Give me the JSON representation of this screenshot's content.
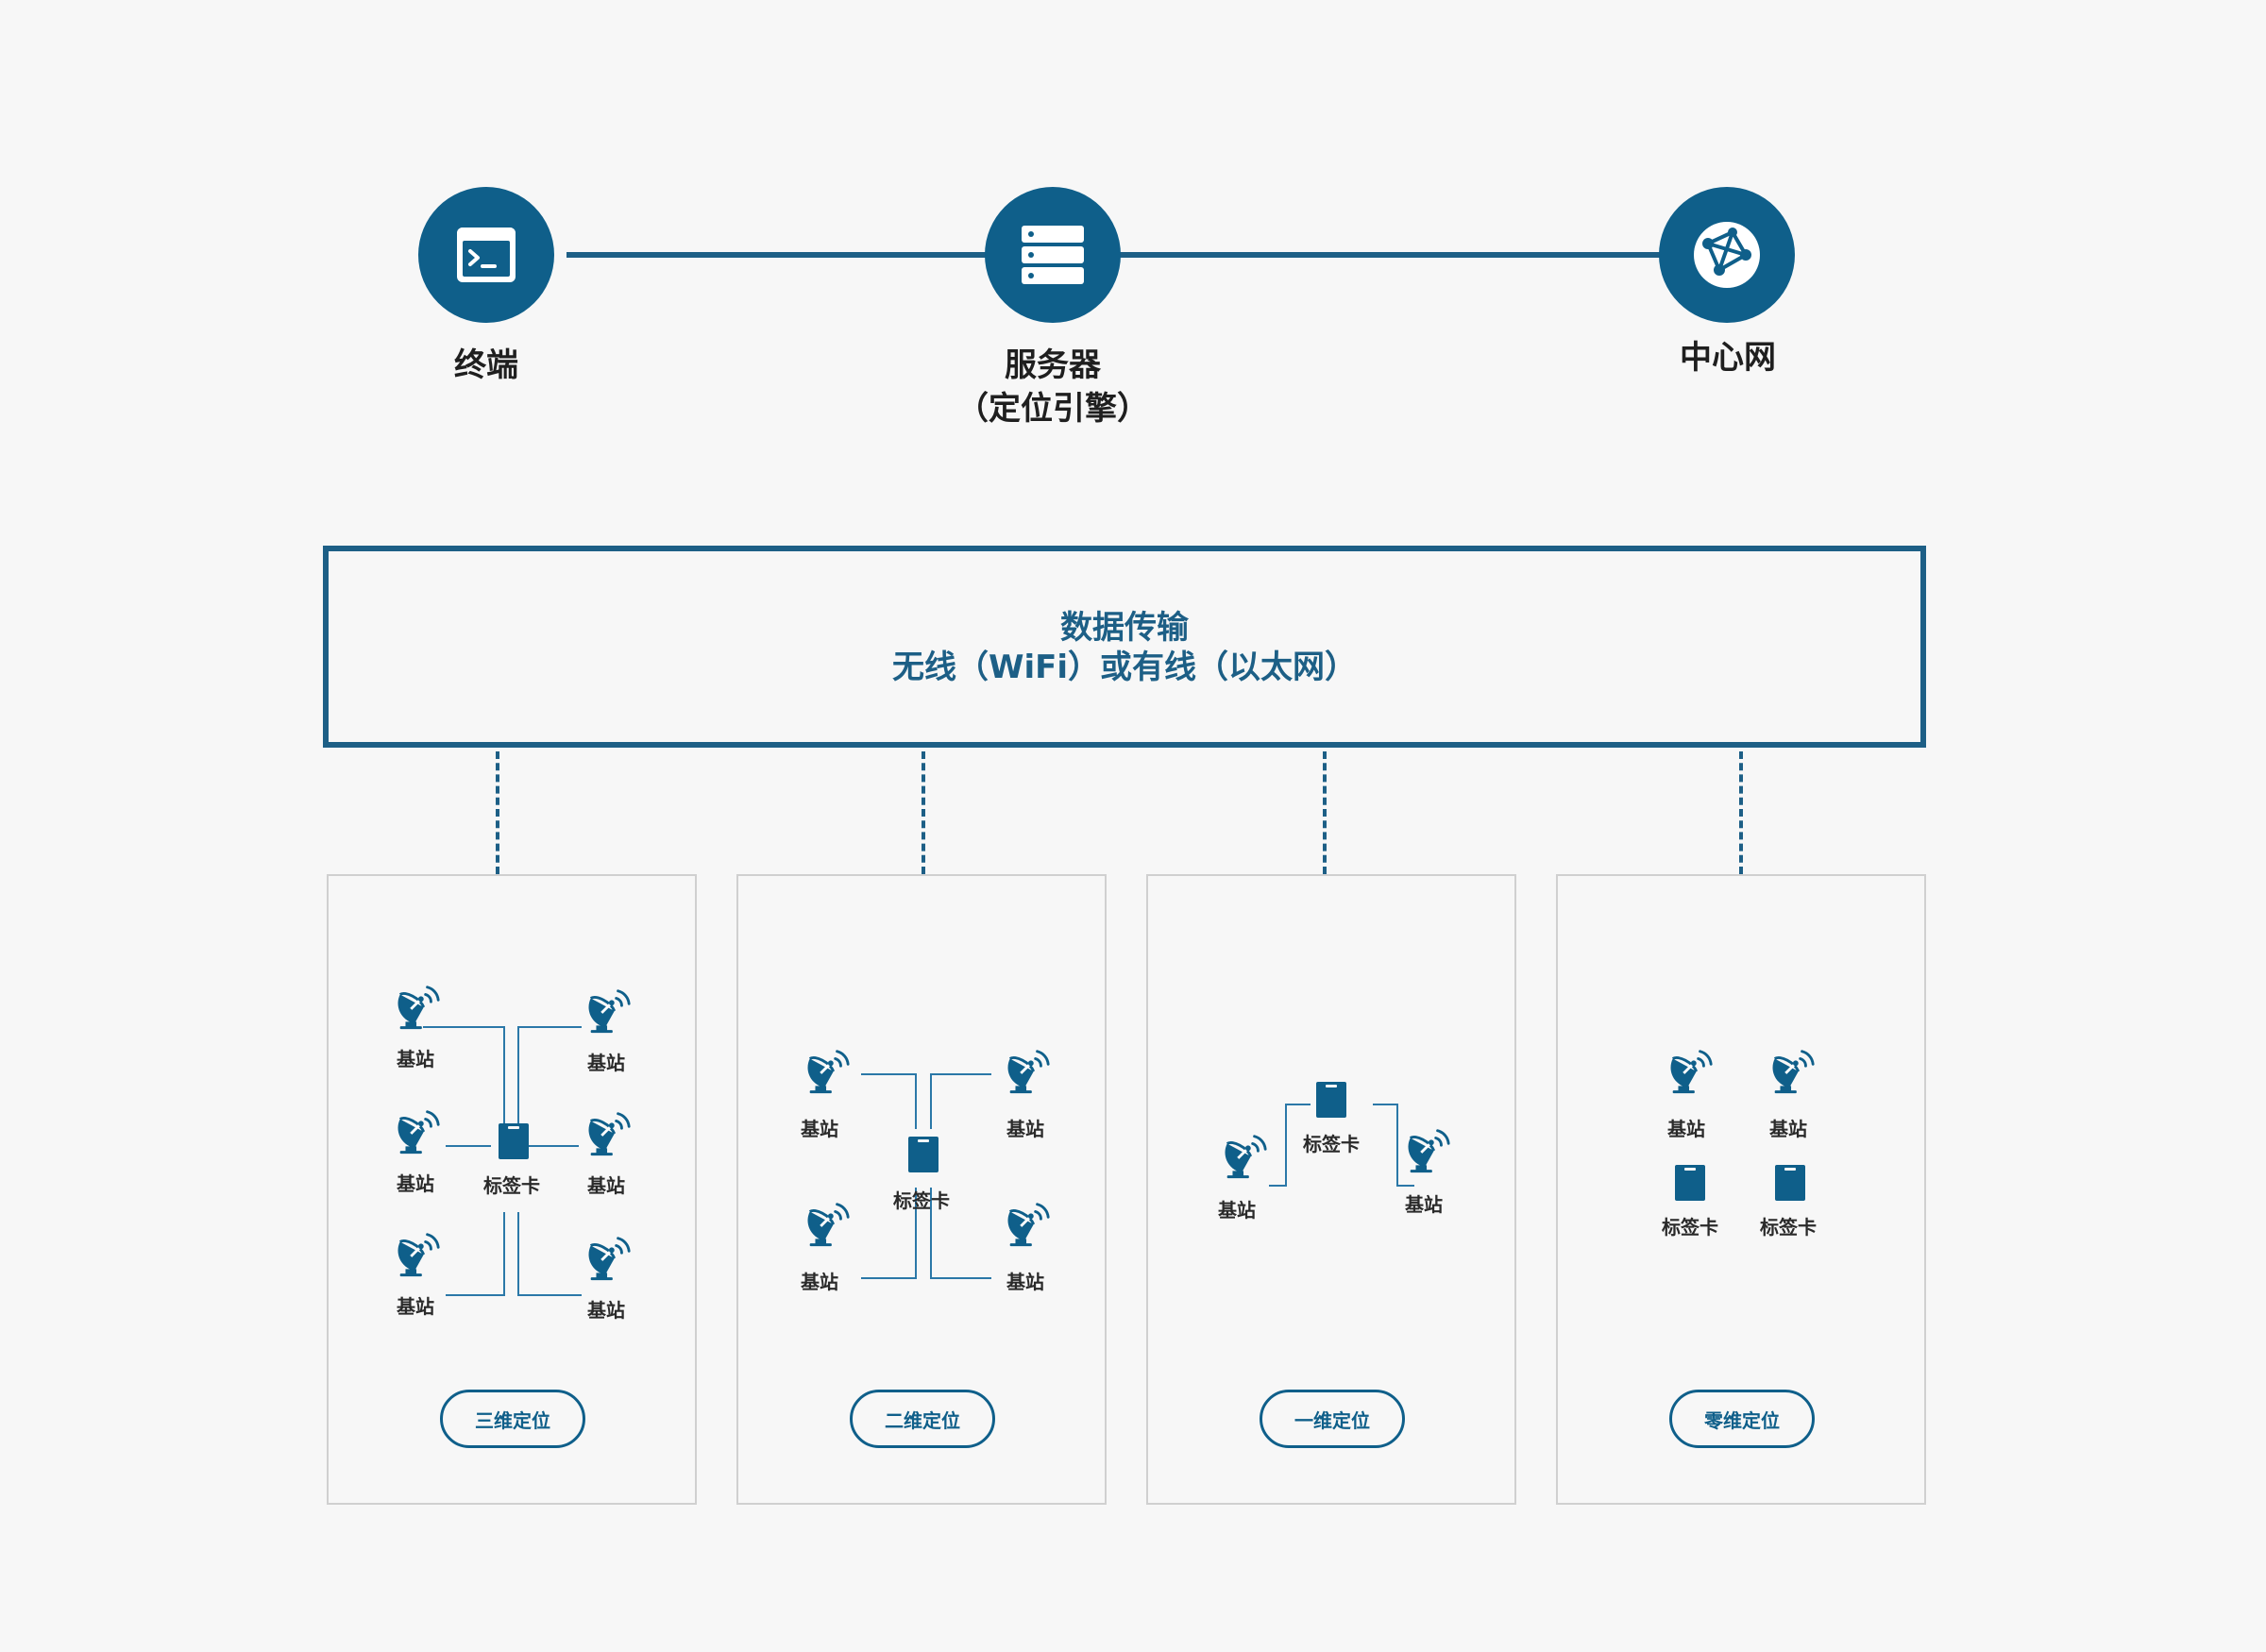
{
  "header": {
    "nodes": [
      {
        "label": "终端",
        "sub": ""
      },
      {
        "label": "服务器",
        "sub": "（定位引擎）"
      },
      {
        "label": "中心网",
        "sub": ""
      }
    ]
  },
  "transfer": {
    "line1": "数据传输",
    "line2": "无线（WiFi）或有线（以太网）"
  },
  "labels": {
    "base_station": "基站",
    "tag_card": "标签卡"
  },
  "panels": [
    {
      "button": "三维定位"
    },
    {
      "button": "二维定位"
    },
    {
      "button": "一维定位"
    },
    {
      "button": "零维定位"
    }
  ],
  "colors": {
    "primary": "#0f5f8a",
    "line": "#1d5f86",
    "background": "#f7f7f7",
    "panel_border": "#d0d0d0"
  },
  "icons": [
    "terminal-icon",
    "server-icon",
    "network-globe-icon",
    "satellite-dish-icon",
    "tag-card-icon"
  ]
}
